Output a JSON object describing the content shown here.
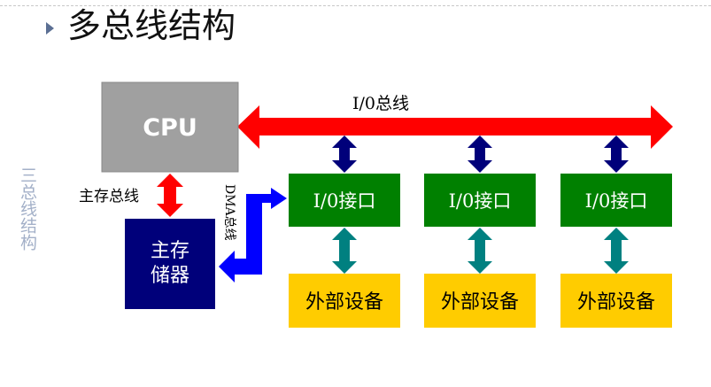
{
  "title": "多总线结构",
  "side_label": "三总线结构",
  "cpu": {
    "label": "CPU"
  },
  "memory": {
    "label_line1": "主存",
    "label_line2": "储器"
  },
  "io_bus_label": "I/0总线",
  "memory_bus_label": "主存总线",
  "dma_bus_label": "DMA总线",
  "io_interfaces": [
    {
      "label": "I/0接口"
    },
    {
      "label": "I/0接口"
    },
    {
      "label": "I/0接口"
    }
  ],
  "devices": [
    {
      "label": "外部设备"
    },
    {
      "label": "外部设备"
    },
    {
      "label": "外部设备"
    }
  ],
  "colors": {
    "cpu_fill": "#a0a0a0",
    "memory_fill": "#00007a",
    "io_fill": "#008000",
    "device_fill": "#ffcc00",
    "io_bus": "#ff0000",
    "memory_bus": "#ff0000",
    "dma_bus": "#0000ff",
    "cpu_to_io": "#00007a",
    "io_to_device": "#008080"
  }
}
